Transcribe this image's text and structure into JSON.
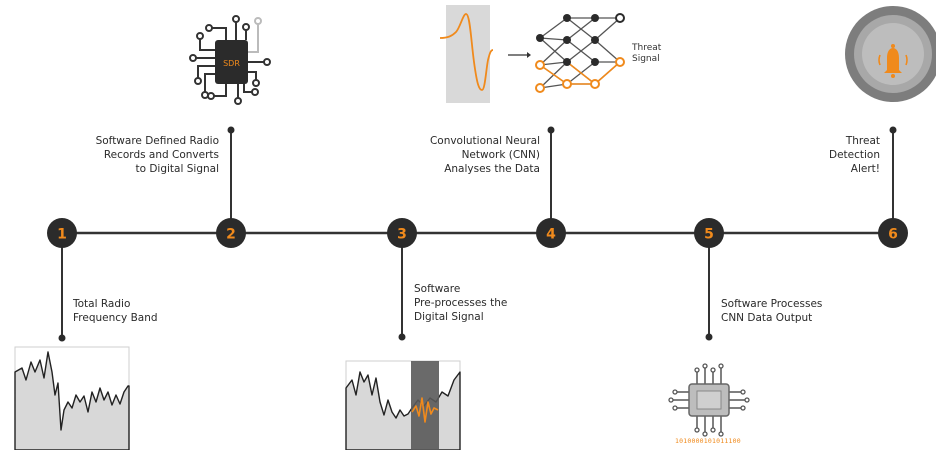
{
  "steps": [
    {
      "number": "1",
      "label": [
        "Total Radio",
        "Frequency Band"
      ]
    },
    {
      "number": "2",
      "label": [
        "Software Defined Radio",
        "Records and Converts",
        "to Digital Signal"
      ]
    },
    {
      "number": "3",
      "label": [
        "Software",
        "Pre-processes the",
        "Digital Signal"
      ]
    },
    {
      "number": "4",
      "label": [
        "Convolutional Neural",
        "Network (CNN)",
        "Analyses the Data"
      ]
    },
    {
      "number": "5",
      "label": [
        "Software Processes",
        "CNN Data Output"
      ]
    },
    {
      "number": "6",
      "label": [
        "Threat",
        "Detection",
        "Alert!"
      ]
    }
  ],
  "sdr_chip_label": "SDR",
  "threat_signal_label": [
    "Threat",
    "Signal"
  ],
  "binary_output": "1010000101011100",
  "colors": {
    "accent": "#f08a1c",
    "node": "#2b2b2b",
    "line": "#333333",
    "gray": "#cfcfcf"
  },
  "icons": [
    "spectrum-graph-icon",
    "sdr-chip-icon",
    "filtered-signal-icon",
    "neural-network-icon",
    "processor-chip-icon",
    "alert-bell-icon"
  ]
}
